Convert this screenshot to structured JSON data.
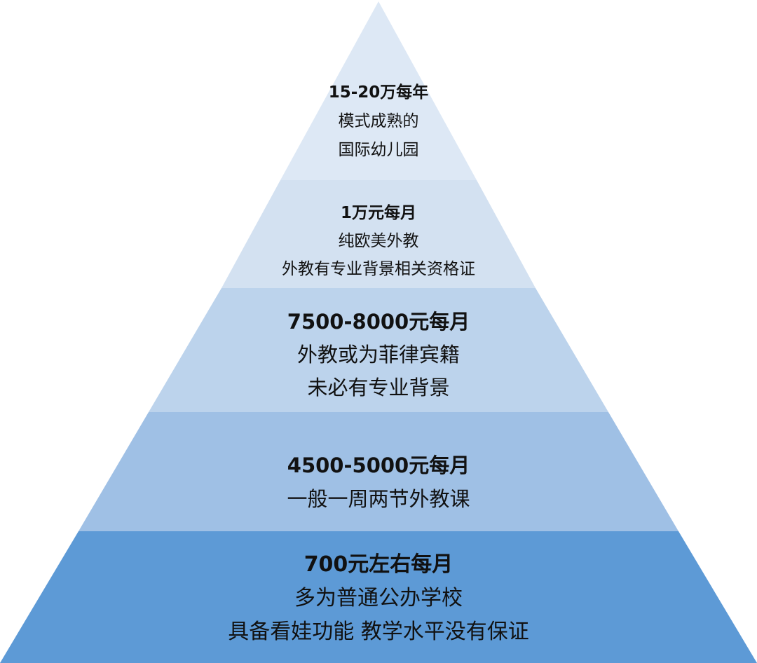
{
  "colors": {
    "tier1": "#dde8f5",
    "tier2": "#d3e1f1",
    "tier3": "#bcd3ec",
    "tier4": "#9fc0e5",
    "tier5": "#5d9ad6",
    "text": "#111111"
  },
  "tiers": [
    {
      "lines": [
        "15-20万每年",
        "模式成熟的",
        "国际幼儿园"
      ]
    },
    {
      "lines": [
        "1万元每月",
        "纯欧美外教",
        "外教有专业背景相关资格证"
      ]
    },
    {
      "lines": [
        "7500-8000元每月",
        "外教或为菲律宾籍",
        "未必有专业背景"
      ]
    },
    {
      "lines": [
        "4500-5000元每月",
        "一般一周两节外教课"
      ]
    },
    {
      "lines": [
        "700元左右每月",
        "多为普通公办学校",
        "具备看娃功能 教学水平没有保证"
      ]
    }
  ]
}
